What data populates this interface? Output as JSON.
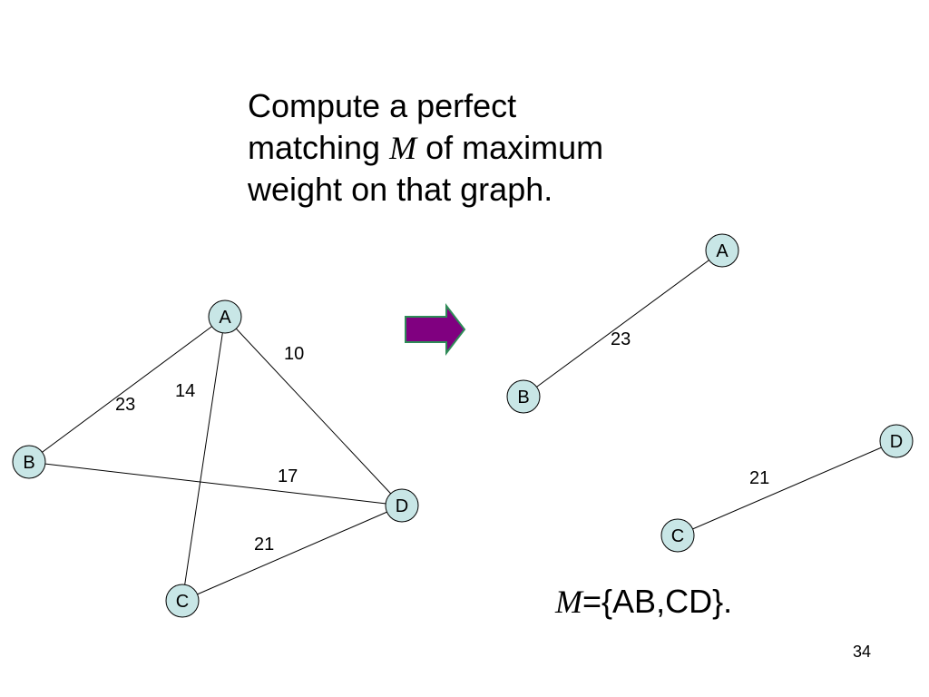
{
  "slide": {
    "title_line1": "Compute a perfect",
    "title_line2_pre": "matching ",
    "title_var": "M",
    "title_line2_post": " of maximum",
    "title_line3": "weight on that graph.",
    "result_var": "M",
    "result_text": "={AB,CD}.",
    "page_number": "34",
    "arrow_color": "#800080",
    "arrow_border_color": "#2e8b57",
    "node_fill": "#c8e6e6"
  },
  "graph_left": {
    "nodes": [
      {
        "id": "A",
        "label": "A"
      },
      {
        "id": "B",
        "label": "B"
      },
      {
        "id": "C",
        "label": "C"
      },
      {
        "id": "D",
        "label": "D"
      }
    ],
    "edges": [
      {
        "from": "A",
        "to": "B",
        "weight": "23"
      },
      {
        "from": "A",
        "to": "C",
        "weight": "14"
      },
      {
        "from": "A",
        "to": "D",
        "weight": "10"
      },
      {
        "from": "B",
        "to": "D",
        "weight": "17"
      },
      {
        "from": "C",
        "to": "D",
        "weight": "21"
      }
    ]
  },
  "graph_right": {
    "nodes": [
      {
        "id": "A",
        "label": "A"
      },
      {
        "id": "B",
        "label": "B"
      },
      {
        "id": "C",
        "label": "C"
      },
      {
        "id": "D",
        "label": "D"
      }
    ],
    "edges": [
      {
        "from": "A",
        "to": "B",
        "weight": "23"
      },
      {
        "from": "C",
        "to": "D",
        "weight": "21"
      }
    ]
  }
}
